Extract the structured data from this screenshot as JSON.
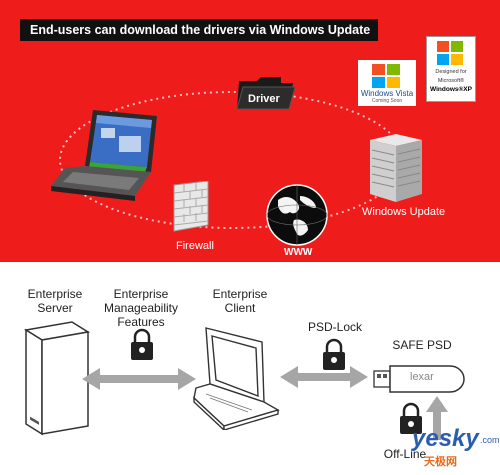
{
  "top": {
    "title": "End-users can download the drivers via Windows Update",
    "driver_label": "Driver",
    "firewall_label": "Firewall",
    "www_label": "WWW",
    "windows_update_label": "Windows Update",
    "vista_badge": {
      "name": "Windows Vista",
      "sub": "Coming Soon"
    },
    "xp_badge": {
      "line1": "Designed for",
      "line2": "Microsoft®",
      "line3": "Windows®XP"
    },
    "colors": {
      "background": "#ef1c1c",
      "title_bg": "#111111",
      "text": "#ffffff"
    }
  },
  "bottom": {
    "enterprise_server": "Enterprise\nServer",
    "manageability": "Enterprise\nManageability\nFeatures",
    "enterprise_client": "Enterprise\nClient",
    "psd_lock": "PSD-Lock",
    "safe_psd": "SAFE PSD",
    "off_line": "Off-Line",
    "usb_brand": "lexar"
  },
  "watermark": {
    "text_main": "yesky",
    "text_com": ".com",
    "text_cn": "天极网"
  }
}
